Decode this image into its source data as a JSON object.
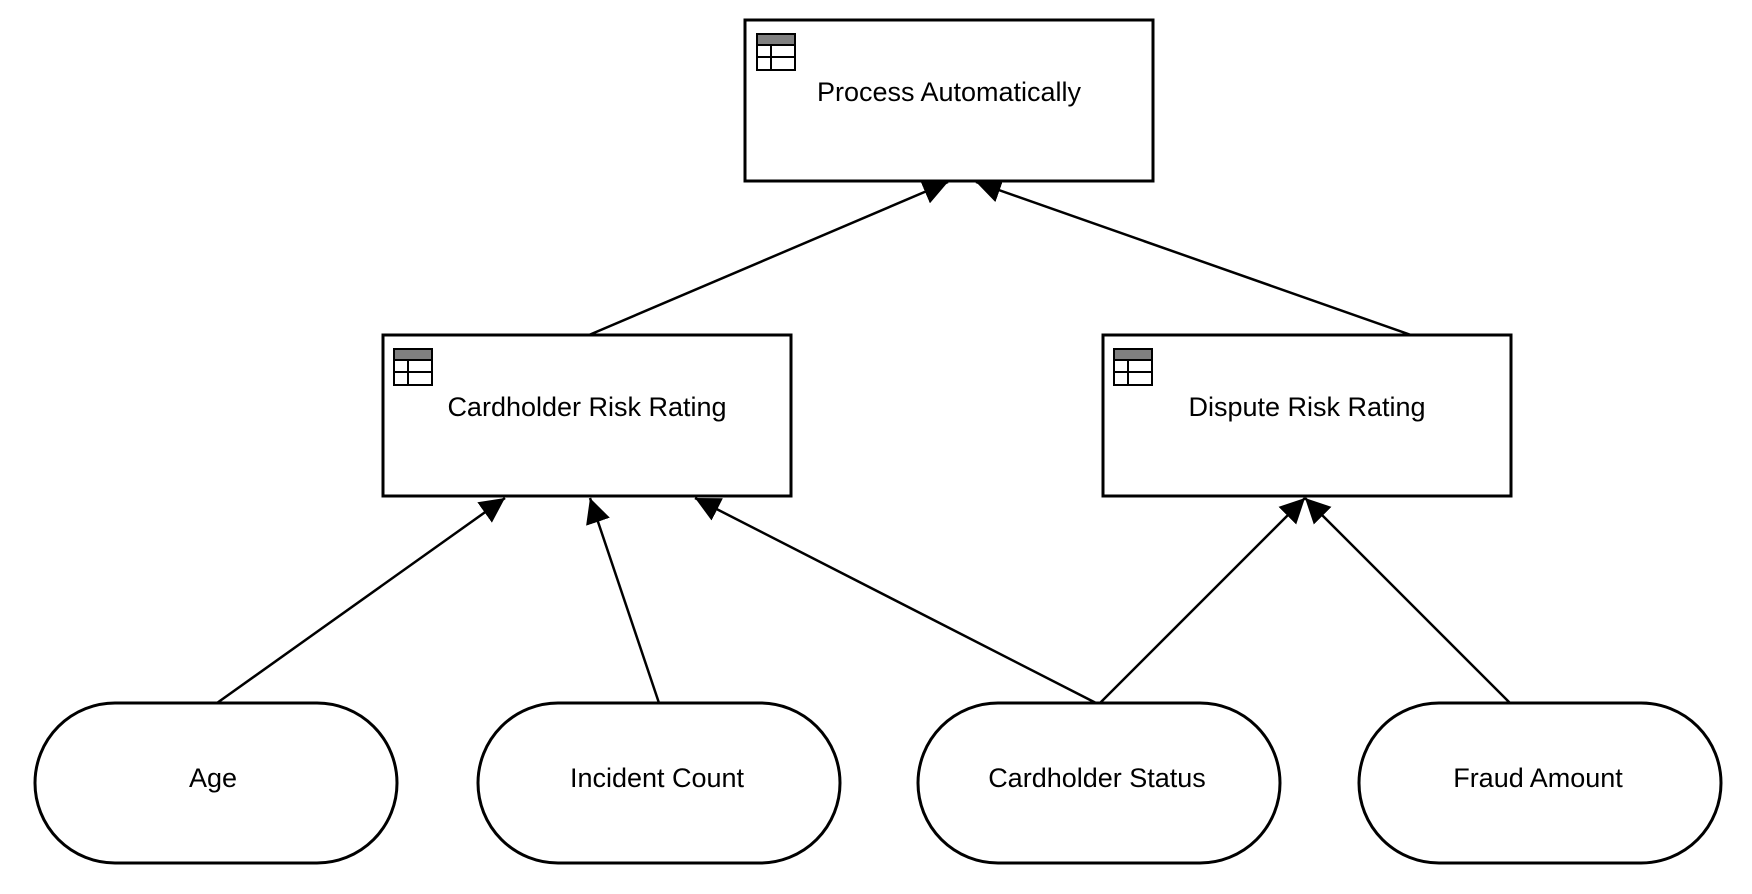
{
  "diagram": {
    "type": "DMN decision requirements diagram",
    "colors": {
      "stroke": "#000000",
      "fill": "#ffffff",
      "table_icon_header": "#808080"
    },
    "decisions": [
      {
        "id": "process-automatically",
        "label": "Process Automatically",
        "icon": "decision-table-icon"
      },
      {
        "id": "cardholder-risk-rating",
        "label": "Cardholder Risk Rating",
        "icon": "decision-table-icon"
      },
      {
        "id": "dispute-risk-rating",
        "label": "Dispute Risk Rating",
        "icon": "decision-table-icon"
      }
    ],
    "inputs": [
      {
        "id": "age",
        "label": "Age"
      },
      {
        "id": "incident-count",
        "label": "Incident Count"
      },
      {
        "id": "cardholder-status",
        "label": "Cardholder Status"
      },
      {
        "id": "fraud-amount",
        "label": "Fraud Amount"
      }
    ],
    "edges": [
      {
        "from": "cardholder-risk-rating",
        "to": "process-automatically"
      },
      {
        "from": "dispute-risk-rating",
        "to": "process-automatically"
      },
      {
        "from": "age",
        "to": "cardholder-risk-rating"
      },
      {
        "from": "incident-count",
        "to": "cardholder-risk-rating"
      },
      {
        "from": "cardholder-status",
        "to": "cardholder-risk-rating"
      },
      {
        "from": "cardholder-status",
        "to": "dispute-risk-rating"
      },
      {
        "from": "fraud-amount",
        "to": "dispute-risk-rating"
      }
    ]
  }
}
